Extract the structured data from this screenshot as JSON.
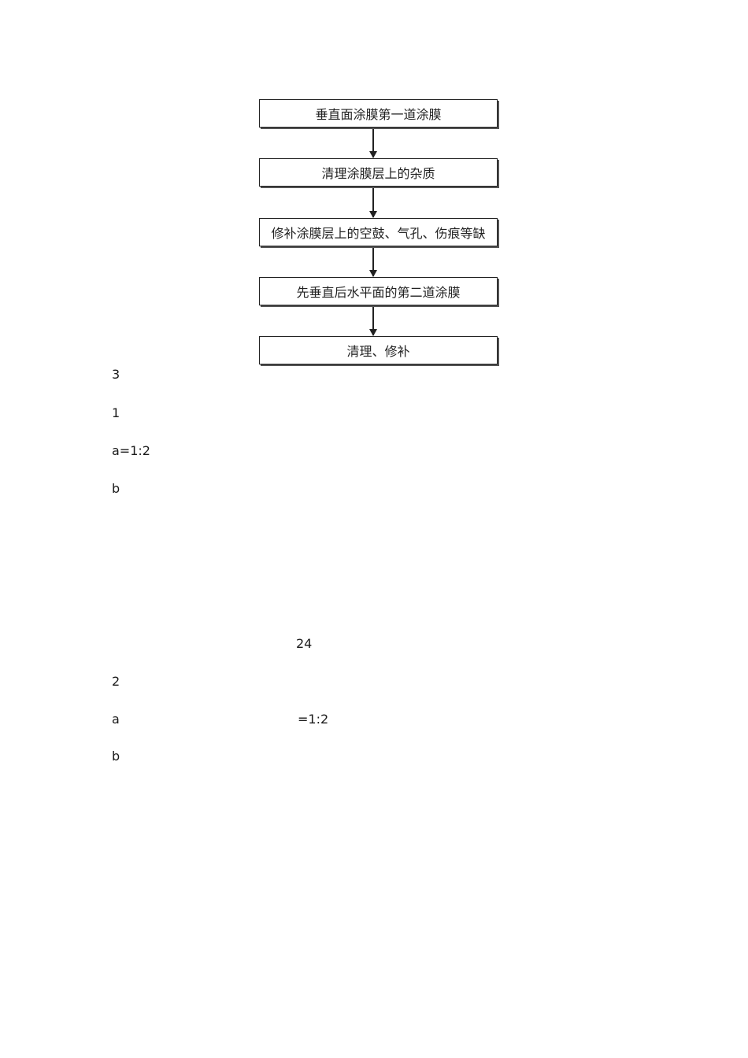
{
  "flowchart": {
    "steps": [
      {
        "label": "垂直面涂膜第一道涂膜"
      },
      {
        "label": "清理涂膜层上的杂质"
      },
      {
        "label": "修补涂膜层上的空鼓、气孔、伤痕等缺"
      },
      {
        "label": "先垂直后水平面的第二道涂膜"
      },
      {
        "label": "清理、修补"
      }
    ]
  },
  "body_text": {
    "line_1": "3",
    "line_2": "1",
    "line_3": "a=1:2",
    "line_4": "b",
    "line_5": "24",
    "line_6": "2",
    "line_7a": "a",
    "line_7b": "=1:2",
    "line_8": "b"
  }
}
